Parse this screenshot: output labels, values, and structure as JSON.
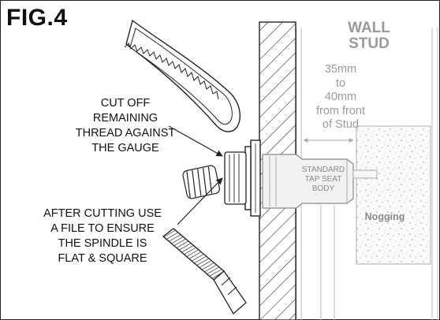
{
  "figure": {
    "title": "FIG.4",
    "stud_heading": [
      "WALL",
      "STUD"
    ],
    "dimension_note": [
      "35mm",
      "to",
      "40mm",
      "from front",
      "of Stud"
    ],
    "cut_instruction": [
      "CUT OFF",
      "REMAINING",
      "THREAD AGAINST",
      "THE GAUGE"
    ],
    "file_instruction": [
      "AFTER CUTTING USE",
      "A FILE TO ENSURE",
      "THE SPINDLE IS",
      "FLAT & SQUARE"
    ],
    "tap_body_label": [
      "STANDARD",
      "TAP SEAT",
      "BODY"
    ],
    "nogging_label": "Nogging"
  },
  "colors": {
    "line": "#1a1a1a",
    "grey_text": "#9a9a9a",
    "stud_line": "#c8c8c8",
    "body_fill": "#f2f2f2"
  }
}
